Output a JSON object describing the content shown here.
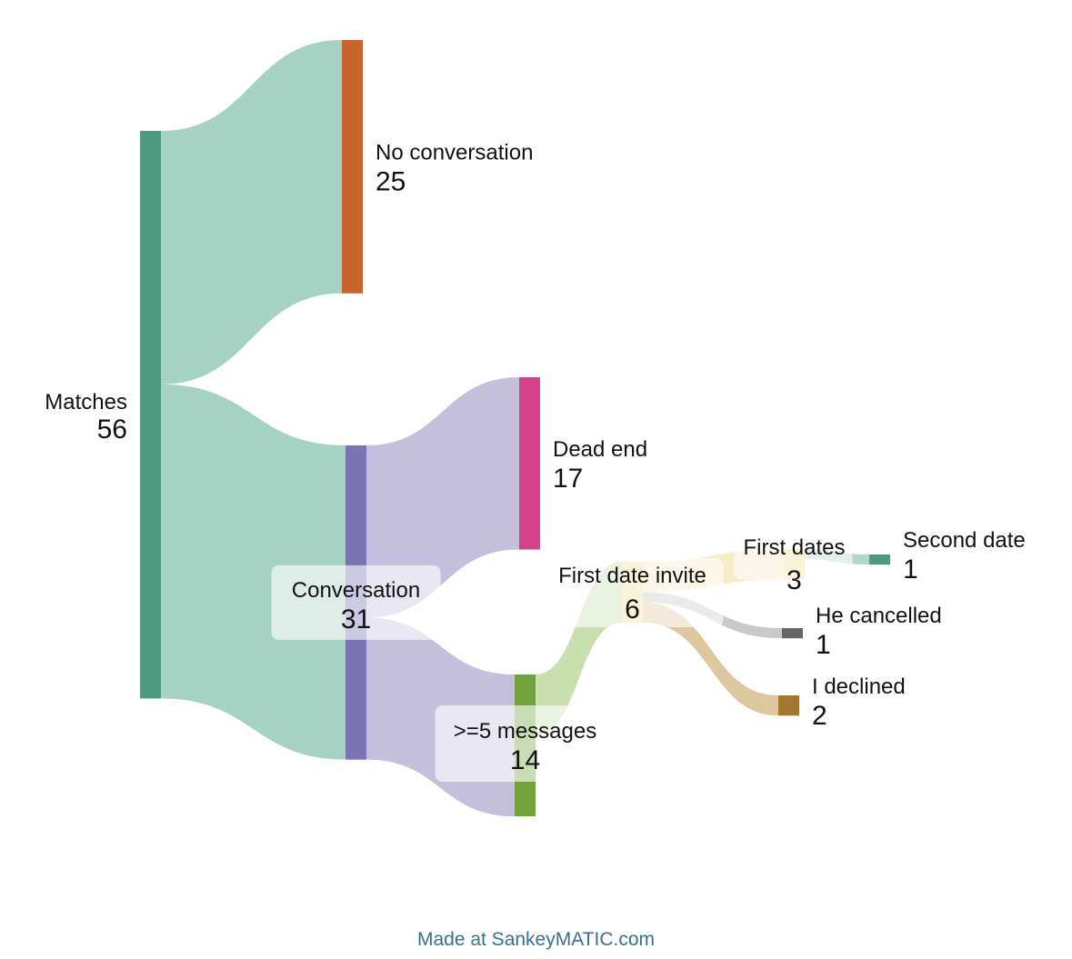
{
  "chart_data": {
    "type": "sankey",
    "nodes": [
      {
        "id": "matches",
        "label": "Matches",
        "value": 56,
        "color": "#4e9a80"
      },
      {
        "id": "noconv",
        "label": "No conversation",
        "value": 25,
        "color": "#c8642a"
      },
      {
        "id": "conv",
        "label": "Conversation",
        "value": 31,
        "color": "#7a74b2"
      },
      {
        "id": "deadend",
        "label": "Dead end",
        "value": 17,
        "color": "#d4418b"
      },
      {
        "id": "msgs",
        "label": ">=5 messages",
        "value": 14,
        "color": "#72a23c"
      },
      {
        "id": "invite",
        "label": "First date invite",
        "value": 6,
        "color": "#f1dd9b"
      },
      {
        "id": "firstdates",
        "label": "First dates",
        "value": 3,
        "color": "#f1dd9b"
      },
      {
        "id": "second",
        "label": "Second date",
        "value": 1,
        "color": "#4e9a80"
      },
      {
        "id": "cancelled",
        "label": "He cancelled",
        "value": 1,
        "color": "#666666"
      },
      {
        "id": "declined",
        "label": "I declined",
        "value": 2,
        "color": "#a3782e"
      }
    ],
    "links": [
      {
        "source": "matches",
        "target": "noconv",
        "value": 25
      },
      {
        "source": "matches",
        "target": "conv",
        "value": 31
      },
      {
        "source": "conv",
        "target": "deadend",
        "value": 17
      },
      {
        "source": "conv",
        "target": "msgs",
        "value": 14
      },
      {
        "source": "msgs",
        "target": "invite",
        "value": 6
      },
      {
        "source": "invite",
        "target": "firstdates",
        "value": 3
      },
      {
        "source": "invite",
        "target": "cancelled",
        "value": 1
      },
      {
        "source": "invite",
        "target": "declined",
        "value": 2
      },
      {
        "source": "firstdates",
        "target": "second",
        "value": 1
      }
    ]
  },
  "footer": "Made at SankeyMATIC.com"
}
